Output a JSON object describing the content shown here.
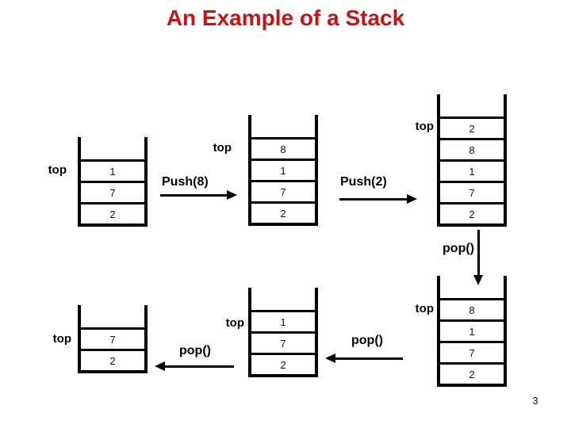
{
  "title": "An Example of a Stack",
  "page_number": "3",
  "colors": {
    "title_red": "#cc1111",
    "diagram_black": "#000000"
  },
  "stacks": [
    {
      "name": "initial-stack",
      "pointer_label": "top",
      "cells": [
        "1",
        "7",
        "2"
      ]
    },
    {
      "name": "after-push8-stack",
      "pointer_label": "top",
      "cells": [
        "8",
        "1",
        "7",
        "2"
      ]
    },
    {
      "name": "after-push2-stack",
      "pointer_label": "top",
      "cells": [
        "2",
        "8",
        "1",
        "7",
        "2"
      ]
    },
    {
      "name": "after-pop1-stack",
      "pointer_label": "top",
      "cells": [
        "8",
        "1",
        "7",
        "2"
      ]
    },
    {
      "name": "after-pop2-stack",
      "pointer_label": "top",
      "cells": [
        "1",
        "7",
        "2"
      ]
    },
    {
      "name": "after-pop3-stack",
      "pointer_label": "top",
      "cells": [
        "7",
        "2"
      ]
    }
  ],
  "operations": {
    "push8": {
      "label": "Push(8)",
      "direction": "right"
    },
    "push2": {
      "label": "Push(2)",
      "direction": "right"
    },
    "pop1": {
      "label": "pop()",
      "direction": "down"
    },
    "pop2": {
      "label": "pop()",
      "direction": "left"
    },
    "pop3": {
      "label": "pop()",
      "direction": "left"
    }
  }
}
